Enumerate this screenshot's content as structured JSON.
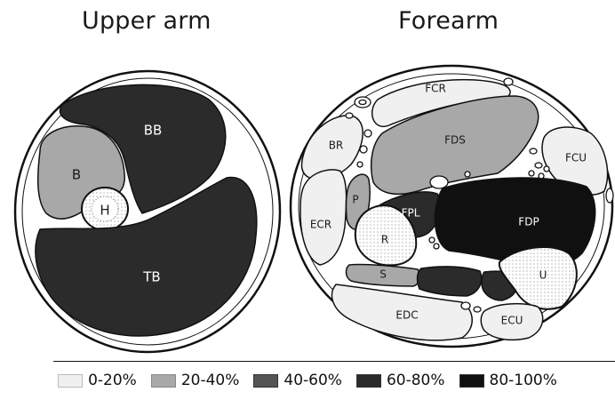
{
  "titles": {
    "upper": "Upper arm",
    "forearm": "Forearm"
  },
  "colors": {
    "c0_20": "#f0f0f0",
    "c20_40": "#a8a8a8",
    "c40_60": "#555555",
    "c60_80": "#2b2b2b",
    "c80_100": "#101010",
    "outline": "#111111"
  },
  "upper_arm": {
    "BB": "BB",
    "B": "B",
    "H": "H",
    "TB": "TB"
  },
  "forearm": {
    "FCR": "FCR",
    "BR": "BR",
    "FDS": "FDS",
    "FCU": "FCU",
    "P": "P",
    "FPL": "FPL",
    "ECR": "ECR",
    "R": "R",
    "FDP": "FDP",
    "S": "S",
    "U": "U",
    "EDC": "EDC",
    "ECU": "ECU"
  },
  "legend": [
    {
      "label": "0-20%",
      "color": "#f0f0f0"
    },
    {
      "label": "20-40%",
      "color": "#a8a8a8"
    },
    {
      "label": "40-60%",
      "color": "#555555"
    },
    {
      "label": "60-80%",
      "color": "#2b2b2b"
    },
    {
      "label": "80-100%",
      "color": "#101010"
    }
  ]
}
